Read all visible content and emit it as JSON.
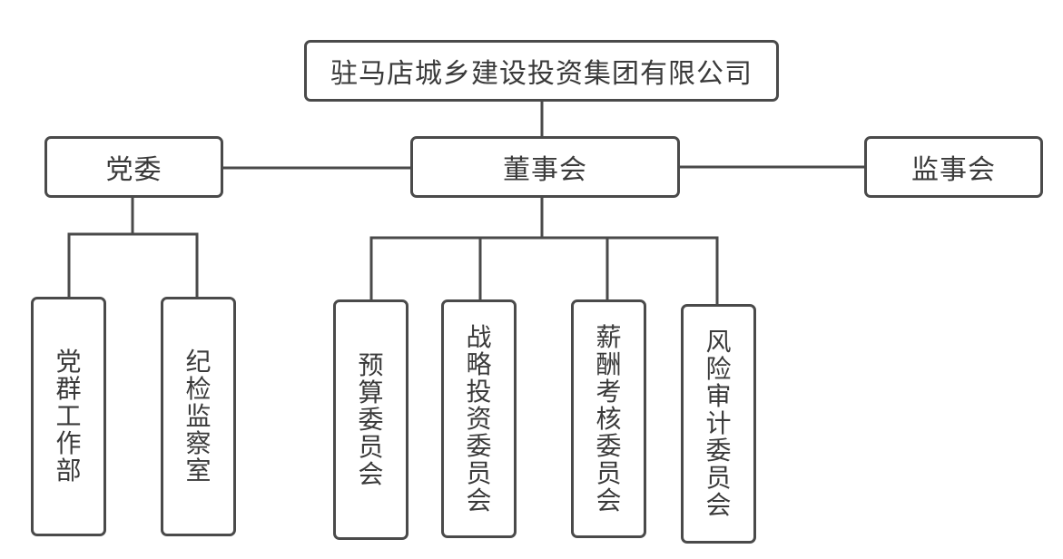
{
  "org": {
    "root": "驻马店城乡建设投资集团有限公司",
    "party": "党委",
    "board": "董事会",
    "supervisory": "监事会",
    "party_units": [
      "党群工作部",
      "纪检监察室"
    ],
    "board_committees": [
      "预算委员会",
      "战略投资委员会",
      "薪酬考核委员会",
      "风险审计委员会"
    ]
  }
}
